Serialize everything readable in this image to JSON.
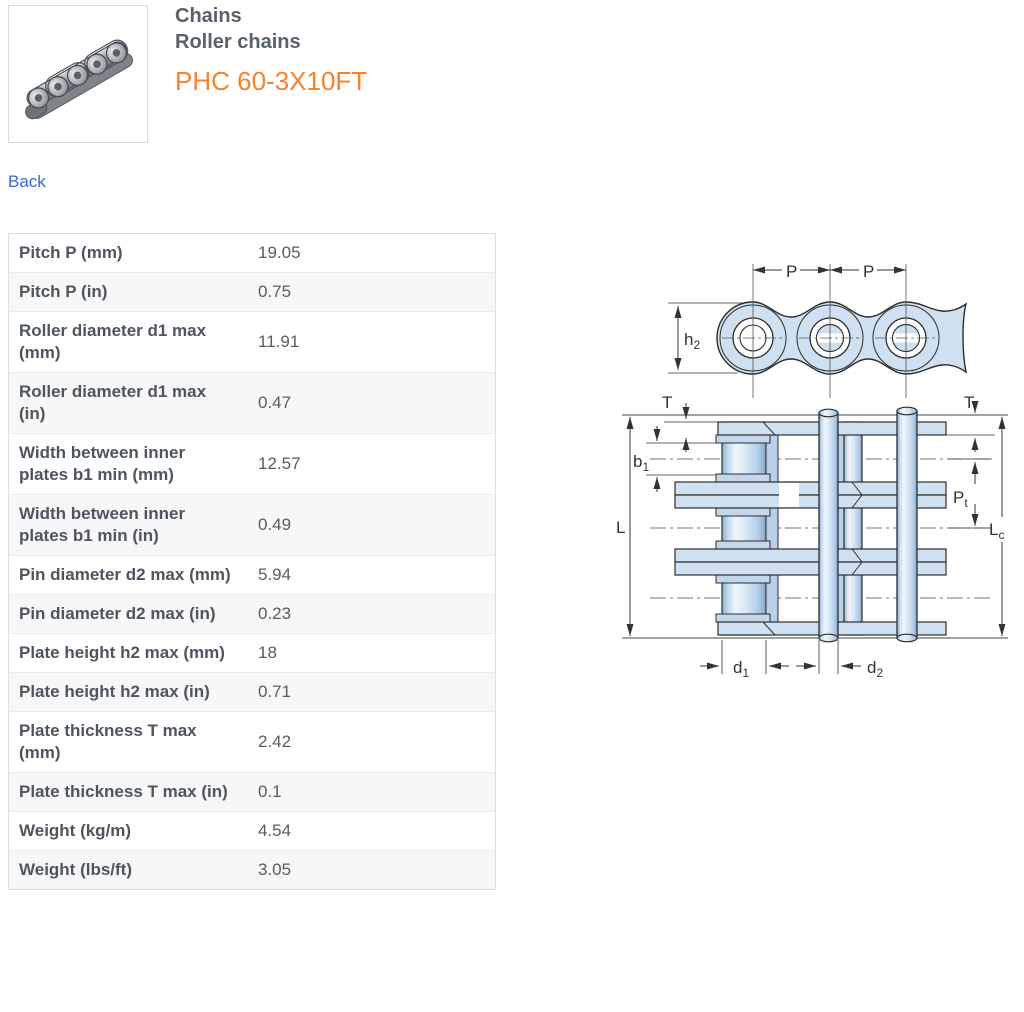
{
  "header": {
    "category": "Chains",
    "subcategory": "Roller chains",
    "product_code": "PHC 60-3X10FT",
    "thumbnail_alt": "roller-chain-photo"
  },
  "back_link": {
    "label": "Back"
  },
  "colors": {
    "accent_orange": "#f5822d",
    "heading_gray": "#59616b",
    "link_blue": "#3b6ad1",
    "table_stripe": "#f7f7f7",
    "table_border": "#dedede",
    "diagram_fill_blue": "#cfe0f1",
    "diagram_outline": "#2d2d2d"
  },
  "spec_table": {
    "rows": [
      {
        "label": "Pitch P (mm)",
        "value": "19.05"
      },
      {
        "label": "Pitch P (in)",
        "value": "0.75"
      },
      {
        "label": "Roller diameter d1 max (mm)",
        "value": "11.91"
      },
      {
        "label": "Roller diameter d1 max (in)",
        "value": "0.47"
      },
      {
        "label": "Width between inner plates b1 min (mm)",
        "value": "12.57"
      },
      {
        "label": "Width between inner plates b1 min (in)",
        "value": "0.49"
      },
      {
        "label": "Pin diameter d2 max (mm)",
        "value": "5.94"
      },
      {
        "label": "Pin diameter d2 max (in)",
        "value": "0.23"
      },
      {
        "label": "Plate height h2 max (mm)",
        "value": "18"
      },
      {
        "label": "Plate height h2 max (in)",
        "value": "0.71"
      },
      {
        "label": "Plate thickness T max (mm)",
        "value": "2.42"
      },
      {
        "label": "Plate thickness T max (in)",
        "value": "0.1"
      },
      {
        "label": "Weight (kg/m)",
        "value": "4.54"
      },
      {
        "label": "Weight (lbs/ft)",
        "value": "3.05"
      }
    ]
  },
  "diagram": {
    "description": "roller-chain-dimension-drawing",
    "labels": {
      "pitch1": {
        "base": "P",
        "sub": ""
      },
      "pitch2": {
        "base": "P",
        "sub": ""
      },
      "plate_height": {
        "base": "h",
        "sub": "2"
      },
      "thickness_left": {
        "base": "T",
        "sub": ""
      },
      "thickness_right": {
        "base": "T",
        "sub": ""
      },
      "inner_width": {
        "base": "b",
        "sub": "1"
      },
      "transverse_pitch": {
        "base": "P",
        "sub": "t"
      },
      "pin_length": {
        "base": "L",
        "sub": ""
      },
      "pin_length_conn": {
        "base": "L",
        "sub": "c"
      },
      "roller_diameter": {
        "base": "d",
        "sub": "1"
      },
      "pin_diameter": {
        "base": "d",
        "sub": "2"
      }
    }
  }
}
